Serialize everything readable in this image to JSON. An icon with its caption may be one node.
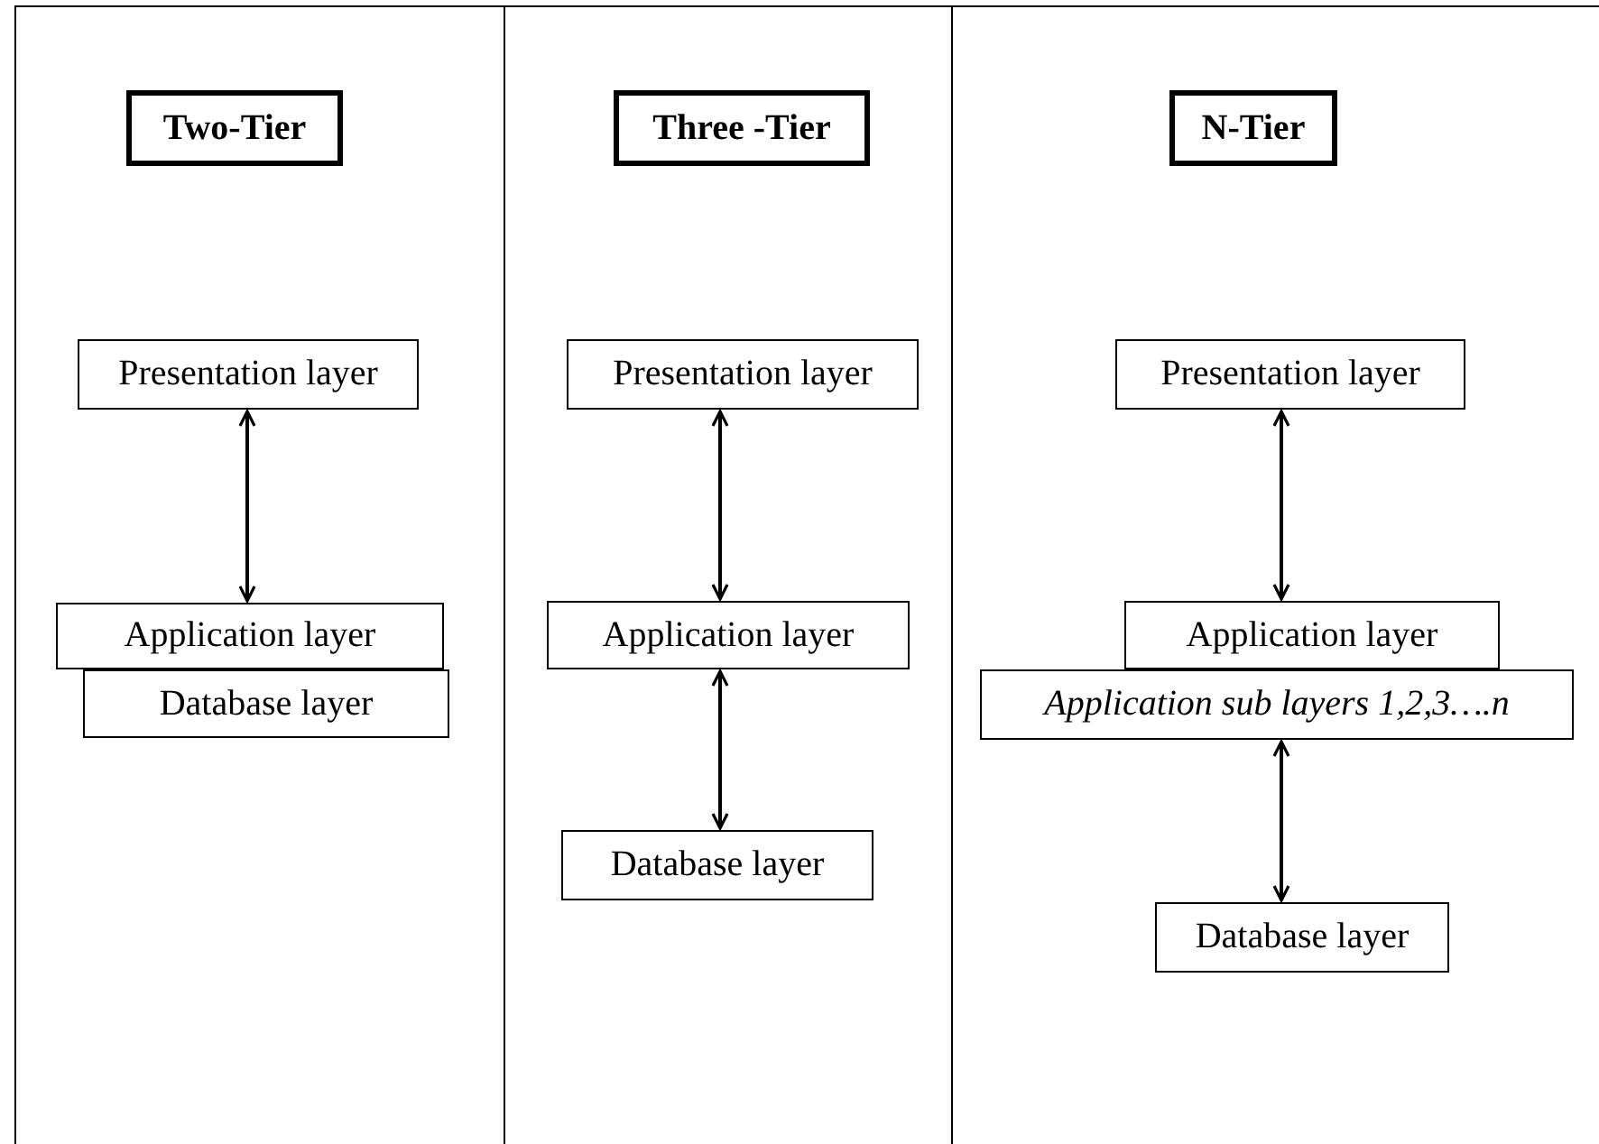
{
  "diagram": {
    "nodes": [
      {
        "text": [
          "Two-Tier"
        ]
      },
      {
        "text": [
          "Presentation layer"
        ]
      },
      {
        "text": [
          "Application layer"
        ]
      },
      {
        "text": [
          "Database layer"
        ]
      },
      {
        "text": [
          "Three -Tier"
        ]
      },
      {
        "text": [
          "Presentation layer"
        ]
      },
      {
        "text": [
          "Application layer"
        ]
      },
      {
        "text": [
          "Database layer"
        ]
      },
      {
        "text": [
          "N-Tier"
        ]
      },
      {
        "text": [
          "Presentation layer"
        ]
      },
      {
        "text": [
          "Application layer"
        ]
      },
      {
        "text": [
          "Application sub layers 1,2,3….n"
        ]
      },
      {
        "text": [
          "Database layer"
        ]
      }
    ],
    "edges": [
      {
        "from": 1,
        "to": 2,
        "arrow": "both"
      },
      {
        "from": 5,
        "to": 6,
        "arrow": "both"
      },
      {
        "from": 6,
        "to": 7,
        "arrow": "both"
      },
      {
        "from": 9,
        "to": 10,
        "arrow": "both"
      },
      {
        "from": 11,
        "to": 12,
        "arrow": "both"
      }
    ]
  }
}
